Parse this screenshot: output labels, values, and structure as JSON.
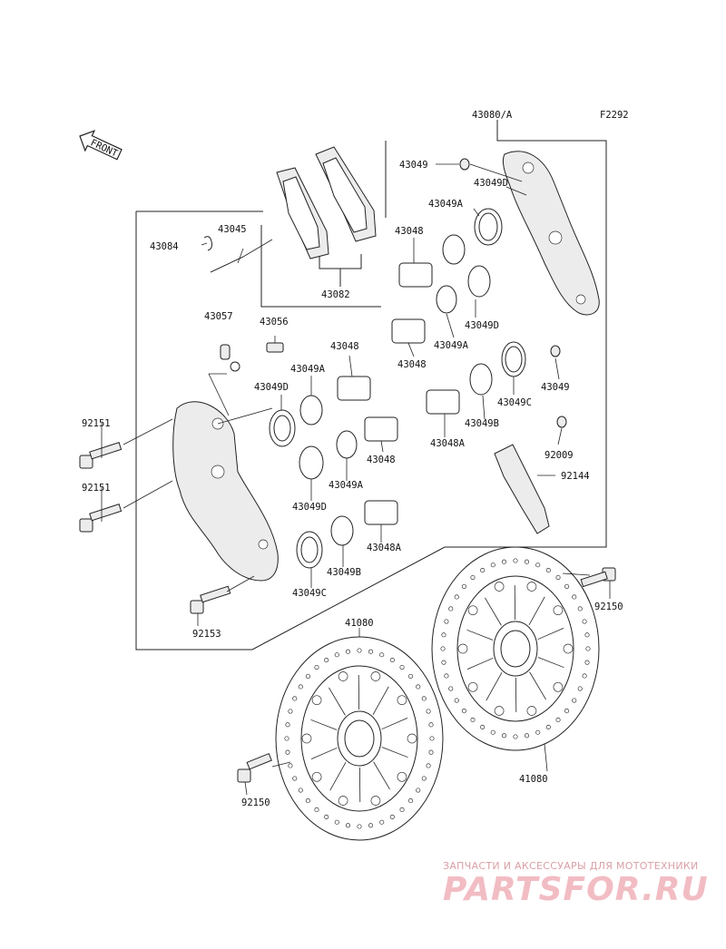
{
  "diagram": {
    "figure_code": "F2292",
    "front_label": "FRONT",
    "labels": {
      "caliper_assembly": "43080/A",
      "pin_43045": "43045",
      "clip_43084": "43084",
      "pads_43082": "43082",
      "bleeder_cap_43057": "43057",
      "bleeder_43056": "43056",
      "washer_43049_top": "43049",
      "seal_43049D_top": "43049D",
      "seal_43049A_top": "43049A",
      "piston_43048_top": "43048",
      "seal_43049D_mid": "43049D",
      "seal_43049A_mid": "43049A",
      "piston_43048_mid": "43048",
      "washer_43049_right": "43049",
      "seal_43049C_right": "43049C",
      "seal_43049B_right": "43049B",
      "piston_43048A_right": "43048A",
      "screw_92009": "92009",
      "bracket_92144": "92144",
      "piston_43048_left": "43048",
      "seal_43049A_left": "43049A",
      "seal_43049D_left": "43049D",
      "piston_43048_left2": "43048",
      "seal_43049A_left2": "43049A",
      "seal_43049D_left2": "43049D",
      "piston_43048A_left": "43048A",
      "seal_43049B_left": "43049B",
      "seal_43049C_left": "43049C",
      "bolt_92151_top": "92151",
      "bolt_92151_bottom": "92151",
      "bolt_92153": "92153",
      "bolt_92150_right": "92150",
      "bolt_92150_left": "92150",
      "disc_41080_left": "41080",
      "disc_41080_right": "41080"
    }
  },
  "watermark": {
    "caption": "ЗАПЧАСТИ И АКСЕССУАРЫ ДЛЯ МОТОТЕХНИКИ",
    "logo_text": "PARTSFOR.RU",
    "color": "#f2bcc3"
  }
}
